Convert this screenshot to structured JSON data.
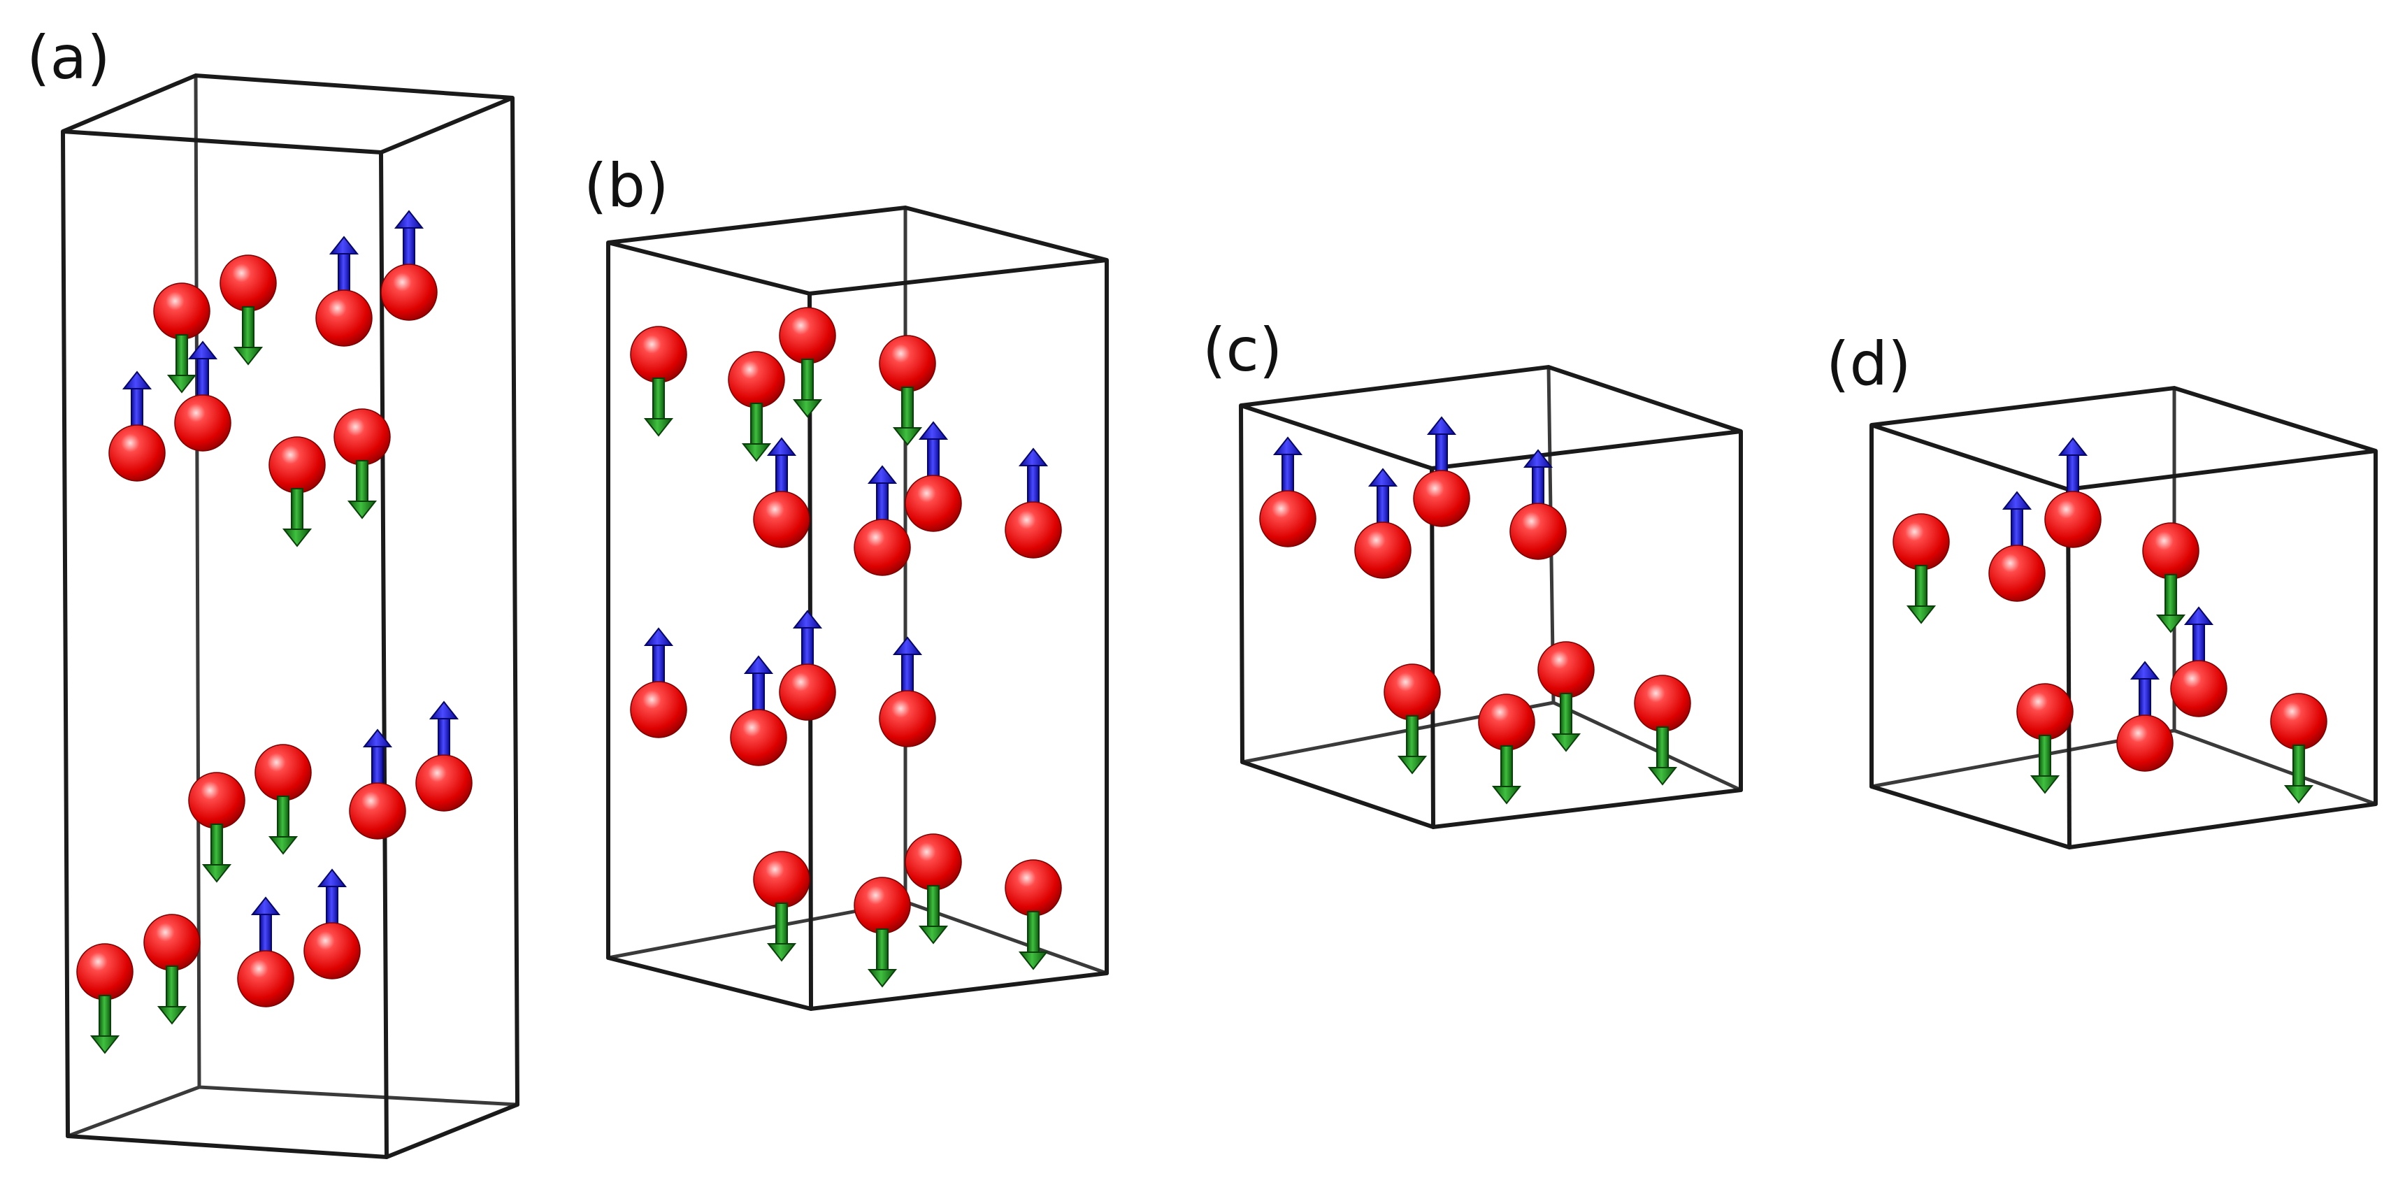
{
  "figure": {
    "colors": {
      "atom": "#e00000",
      "atom_highlight": "#ffd0d0",
      "spin_up": "#1515e0",
      "spin_down": "#1a8a1a",
      "cell_edge": "#1a1a1a",
      "background": "#ffffff"
    },
    "panels": [
      {
        "id": "a",
        "label": "(a)",
        "atom_count": 16,
        "spins_up": 8,
        "spins_down": 8
      },
      {
        "id": "b",
        "label": "(b)",
        "atom_count": 16,
        "spins_up": 8,
        "spins_down": 8
      },
      {
        "id": "c",
        "label": "(c)",
        "atom_count": 8,
        "spins_up": 4,
        "spins_down": 4
      },
      {
        "id": "d",
        "label": "(d)",
        "atom_count": 8,
        "spins_up": 4,
        "spins_down": 4
      }
    ]
  }
}
